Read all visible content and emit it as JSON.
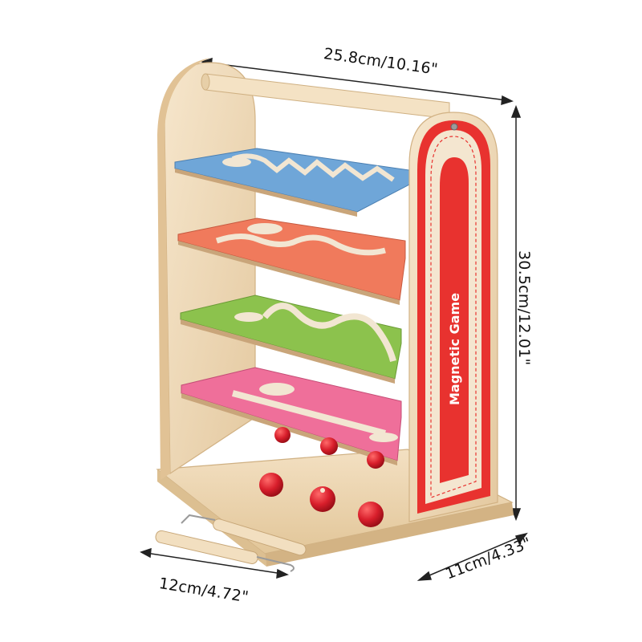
{
  "product": {
    "side_panel_text": "Magnetic Game",
    "colors": {
      "wood": "#f1dcbd",
      "wood_dark": "#d9bb8d",
      "red": "#e8322f",
      "tier_blue": "#6fa6d8",
      "tier_orange": "#f07a5c",
      "tier_green": "#8cc24d",
      "tier_pink": "#ef6f9a",
      "ball": "#d81e2b"
    }
  },
  "dimensions": {
    "width": "25.8cm/10.16\"",
    "height": "30.5cm/12.01\"",
    "depth": "11cm/4.33\"",
    "handle": "12cm/4.72\""
  }
}
